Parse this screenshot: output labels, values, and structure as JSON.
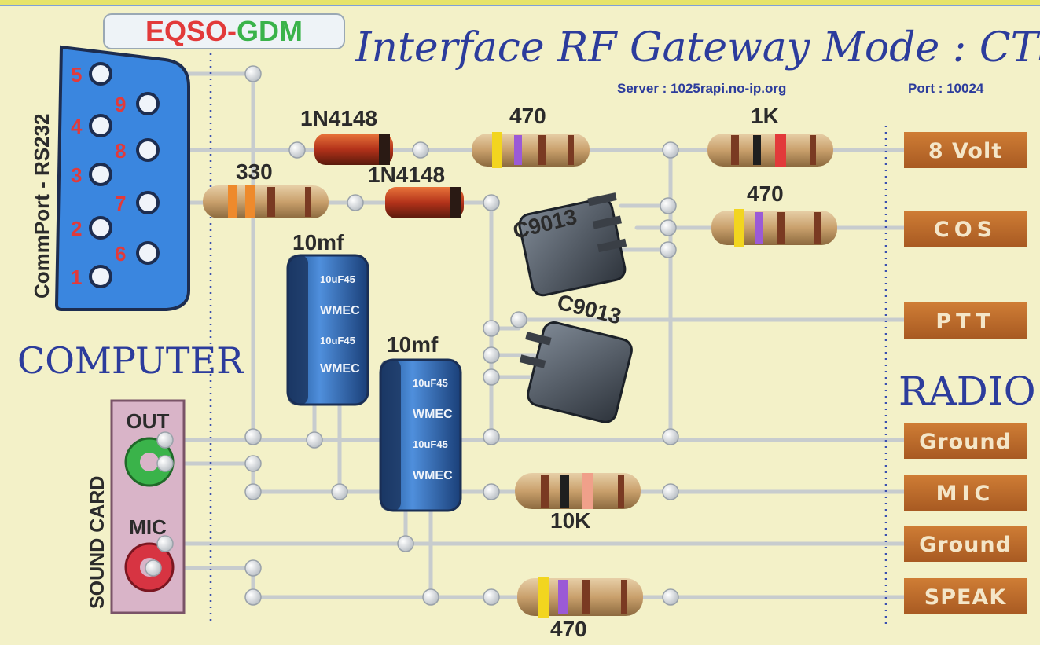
{
  "brand": {
    "eqso": "EQSO",
    "dash": "-",
    "gdm": "GDM"
  },
  "title": "Interface RF Gateway Mode : CTS",
  "server": "Server : 1025rapi.no-ip.org",
  "port": "Port : 10024",
  "computer_label": "COMPUTER",
  "radio_label": "RADIO",
  "db9": {
    "label": "CommPort - RS232",
    "pins": [
      "1",
      "2",
      "3",
      "4",
      "5",
      "6",
      "7",
      "8",
      "9"
    ]
  },
  "sound_card": {
    "label": "SOUND CARD",
    "out": "OUT",
    "mic": "MIC"
  },
  "components": {
    "diode_top": "1N4148",
    "diode_mid": "1N4148",
    "res_470_top": "470",
    "res_1k": "1K",
    "res_330": "330",
    "res_470_cos": "470",
    "res_10k": "10K",
    "res_470_speak": "470",
    "cap_left": "10mf",
    "cap_right": "10mf",
    "cap_print_a": "10uF45",
    "cap_print_b": "WMEC",
    "tr_top": "C9013",
    "tr_bottom": "C9013"
  },
  "radio_terminals": [
    "8 Volt",
    "COS",
    "PTT",
    "Ground",
    "MIC",
    "Ground",
    "SPEAK"
  ],
  "colors": {
    "background": "#f3f1c8",
    "wire": "#c7ccce",
    "terminal": "#c0712f",
    "db9_blue": "#3a86df",
    "title_blue": "#2c3c9c",
    "capacitor": "#2f6fbf",
    "brand_red": "#e23a3a",
    "brand_green": "#3ab34a"
  }
}
